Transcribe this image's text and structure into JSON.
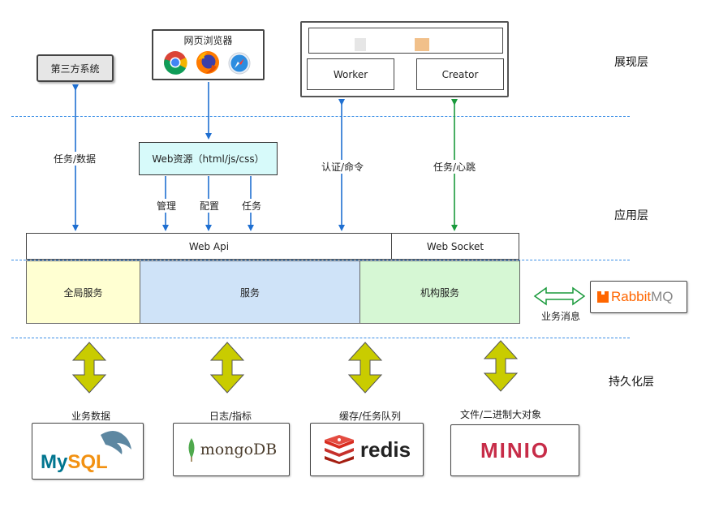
{
  "layers": {
    "presentation": "展现层",
    "application": "应用层",
    "persistence": "持久化层"
  },
  "third_party": "第三方系统",
  "browser": {
    "title": "网页浏览器",
    "icons": [
      "chrome-icon",
      "firefox-icon",
      "safari-icon"
    ]
  },
  "client_app": {
    "worker": "Worker",
    "creator": "Creator"
  },
  "web_resources": "Web资源（html/js/css）",
  "links": {
    "task_data": "任务/数据",
    "manage": "管理",
    "config": "配置",
    "task": "任务",
    "auth_command": "认证/命令",
    "task_heartbeat": "任务/心跳",
    "business_message": "业务消息"
  },
  "web_api": "Web Api",
  "web_socket": "Web Socket",
  "services": {
    "global": "全局服务",
    "middle": "服务",
    "org": "机构服务"
  },
  "rabbitmq": {
    "prefix": "Rabbit",
    "suffix": "MQ"
  },
  "storage_labels": {
    "business_data": "业务数据",
    "log_metrics": "日志/指标",
    "cache_queue": "缓存/任务队列",
    "files_objects": "文件/二进制大对象"
  },
  "logos": {
    "mysql_my": "My",
    "mysql_sql": "SQL",
    "mongodb": "mongoDB",
    "redis": "redis",
    "minio": "MINIO"
  },
  "colors": {
    "dash_line": "#3a8ee6",
    "arrow_blue": "#1f6fd1",
    "arrow_green": "#1a9a3c",
    "double_arrow_fill": "#c9cc00",
    "global_service_bg": "#ffffd2",
    "middle_service_bg": "#cfe3f8",
    "org_service_bg": "#d6f7d4",
    "web_resource_bg": "#d7fafa"
  }
}
